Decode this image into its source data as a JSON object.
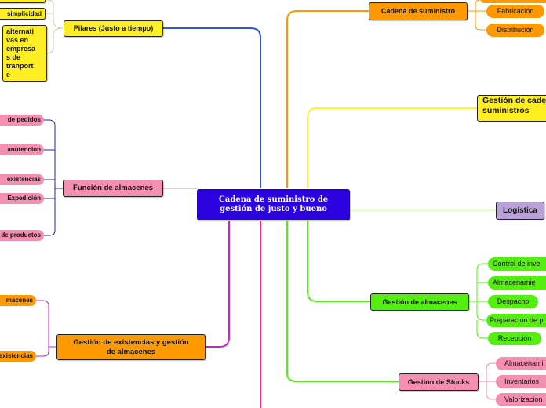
{
  "center": {
    "title": "Cadena de suministro de gestión de justo y bueno",
    "line1": "Cadena de suministro de",
    "line2": "gestión de justo y bueno"
  },
  "left": {
    "pilares": {
      "label": "Pilares (Justo a tiempo)",
      "children": {
        "simplicidad": "simplicidad",
        "alternativas": [
          "alternati",
          "vas en",
          "empresa",
          "s de",
          "tranport",
          "e"
        ]
      }
    },
    "funcion": {
      "label": "Función de almacenes",
      "children": [
        "de pedidos",
        "anutencion",
        "existencias",
        "Expedición",
        "de productos"
      ]
    },
    "gestion_existencias": {
      "line1": "Gestión de existencias y gestión",
      "line2": "de almacenes",
      "children": [
        "macenes",
        "existencias"
      ]
    }
  },
  "right": {
    "cadena": {
      "label": "Cadena de suministro",
      "children": [
        "Fabricación",
        "Distribución"
      ]
    },
    "gestion_cadena": {
      "line1": "Gestión de cade",
      "line2": "suministros"
    },
    "logistica": {
      "label": "Logística"
    },
    "almacenes": {
      "label": "Gestión de almacenes",
      "children": [
        "Control de inve",
        "Almacenamie",
        "Despacho",
        "Preparación de p",
        "Recepción"
      ]
    },
    "stocks": {
      "label": "Gestión de Stocks",
      "children": [
        "Almacenami",
        "Inventarios",
        "Valorizacion"
      ]
    }
  },
  "colors": {
    "center": "#2d00e0",
    "yellow": "#ffee22",
    "pink": "#f48fb1",
    "orange": "#ff9900",
    "green": "#55ee11",
    "purple": "#b9a0d8",
    "blue_line": "#3355dd",
    "magenta_line": "#cc22cc",
    "hotpink_line": "#ee2299",
    "yellow_line": "#ffee33"
  }
}
